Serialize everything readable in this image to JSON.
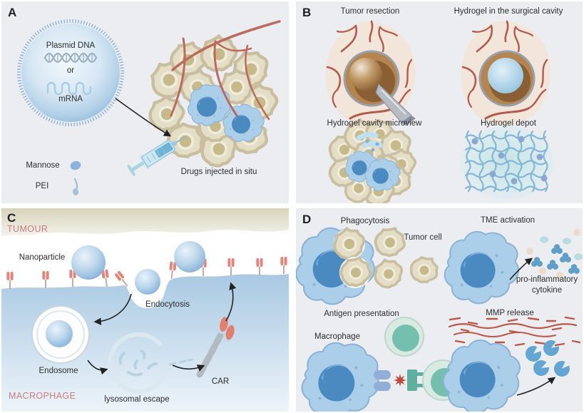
{
  "figure": {
    "type": "scientific-schematic",
    "panels": {
      "a": {
        "letter": "A",
        "plasmid_dna": "Plasmid DNA",
        "or": "or",
        "mrna": "mRNA",
        "mannose": "Mannose",
        "pei": "PEI",
        "drugs_injected": "Drugs injected in situ"
      },
      "b": {
        "letter": "B",
        "tumor_resection": "Tumor resection",
        "hydrogel_surgical_cavity": "Hydrogel in the surgical cavity",
        "hydrogel_cavity_microview": "Hydrogel cavity microview",
        "hydrogel_depot": "Hydrogel depot"
      },
      "c": {
        "letter": "C",
        "tumour": "TUMOUR",
        "nanoparticle": "Nanoparticle",
        "endocytosis": "Endocytosis",
        "endosome": "Endosome",
        "lysosomal_escape": "lysosomal escape",
        "car": "CAR",
        "macrophage": "MACROPHAGE"
      },
      "d": {
        "letter": "D",
        "phagocytosis": "Phagocytosis",
        "tumor_cell": "Tumor cell",
        "tme_activation": "TME activation",
        "pro_inflammatory": "pro-inflammatory",
        "cytokine": "cytokine",
        "antigen_presentation": "Antigen presentation",
        "macrophage": "Macrophage",
        "mmp_release": "MMP release"
      }
    },
    "icons": [
      "dna-helix-icon",
      "mrna-strand-icon",
      "mannose-icon",
      "pei-icon",
      "syringe-icon",
      "blood-vessel-icon",
      "tumor-mass-icon",
      "scalpel-icon",
      "hydrogel-mesh-icon",
      "receptor-icon",
      "nanoparticle-sphere-icon",
      "endosome-icon",
      "lysosome-icon",
      "car-receptor-icon",
      "macrophage-cell-icon",
      "tumor-cell-icon",
      "t-cell-icon",
      "cytokine-dots-icon",
      "ecm-fiber-icon",
      "mmp-enzyme-icon"
    ],
    "colors": {
      "panel_bg": "#ecedf1",
      "macrophage_blue": "#abcfe9",
      "nucleus_blue": "#4a8ac0",
      "tumor_tan": "#e4dec6",
      "vessel_red": "#b25a4c",
      "salmon_text": "#c77e7e",
      "hydrogel_blue": "#a9cfe4",
      "teal_cell": "#74bfae",
      "receptor_red": "#e2857a"
    }
  }
}
